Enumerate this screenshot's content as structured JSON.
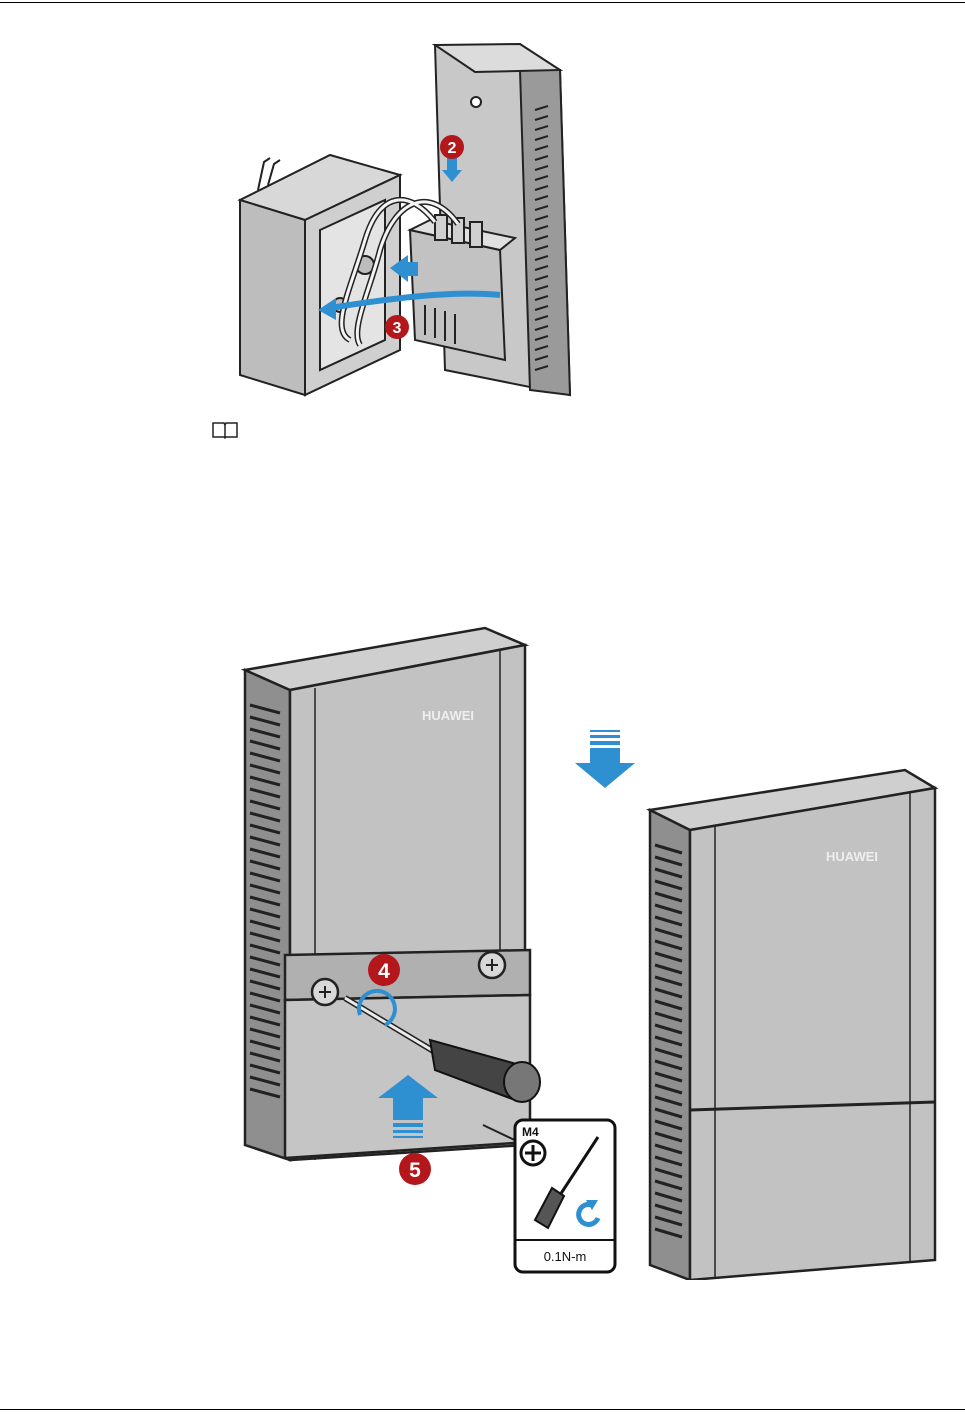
{
  "figure_top": {
    "callouts": [
      "2",
      "3"
    ]
  },
  "note": {
    "icon": "book-note-icon"
  },
  "figure_bottom": {
    "brand_left": "HUAWEI",
    "brand_right": "HUAWEI",
    "callouts": [
      "4",
      "5"
    ],
    "tool_label": {
      "screw": "M4",
      "torque": "0.1N-m"
    }
  },
  "colors": {
    "callout_red": "#b3161b",
    "arrow_blue": "#2e8fd1",
    "device_gray": "#b0b0b0",
    "outline": "#222222"
  }
}
